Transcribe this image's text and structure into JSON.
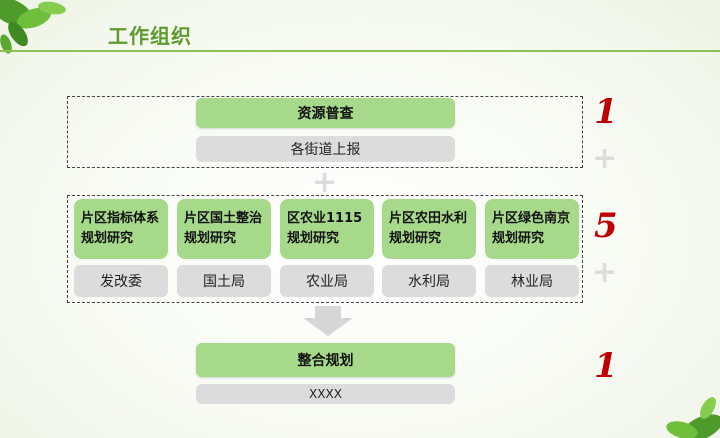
{
  "header": {
    "title": "工作组织"
  },
  "stage1": {
    "main": "资源普查",
    "sub": "各街道上报",
    "count": "1"
  },
  "stage2": {
    "count": "5",
    "cards": [
      {
        "title": "片区指标体系规划研究",
        "dept": "发改委"
      },
      {
        "title": "片区国土整治规划研究",
        "dept": "国土局"
      },
      {
        "title": "区农业1115规划研究",
        "dept": "农业局"
      },
      {
        "title": "片区农田水利规划研究",
        "dept": "水利局"
      },
      {
        "title": "片区绿色南京规划研究",
        "dept": "林业局"
      }
    ]
  },
  "stage3": {
    "main": "整合规划",
    "sub": "XXXX",
    "count": "1"
  },
  "colors": {
    "green": "#a6d98a",
    "gray": "#dcdcdc",
    "red": "#c00000",
    "title": "#5e9a2e"
  },
  "icons": {
    "plus": "plus-icon",
    "arrow": "down-arrow-icon"
  }
}
